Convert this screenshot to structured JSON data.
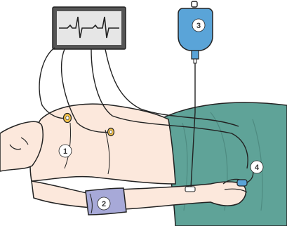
{
  "callouts": {
    "c1": "1",
    "c2": "2",
    "c3": "3",
    "c4": "4"
  },
  "colors": {
    "skin": "#FCE8DC",
    "sheet": "#5FA398",
    "cuff": "#A7A9D8",
    "iv_bag": "#5AA4D8",
    "monitor_screen": "#E6E6E6",
    "monitor_bezel": "#555555",
    "outline": "#222222"
  },
  "icons": {
    "monitor": "ecg-monitor-icon",
    "iv": "iv-bag-icon",
    "cuff": "bp-cuff-icon",
    "oximeter": "pulse-oximeter-icon",
    "electrode": "ecg-electrode-icon"
  }
}
